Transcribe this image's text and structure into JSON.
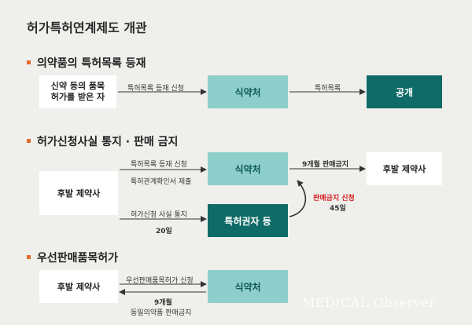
{
  "title": "허가특허연계제도 개관",
  "sections": {
    "s1": {
      "heading": "의약품의 특허목록 등재",
      "applicant": [
        "신약 등의 품목",
        "허가를 받은 자"
      ],
      "agency": "식약처",
      "public": "공개",
      "label_apply": "특허목록 등재 신청",
      "label_list": "특허목록"
    },
    "s2": {
      "heading": "허가신청사실 통지 · 판매 금지",
      "generic": "후발 제약사",
      "agency": "식약처",
      "patentee": "특허권자 등",
      "generic_right": "후발 제약사",
      "label_apply1": "특허목록 등재 신청",
      "label_apply2": "특허관계확인서 제출",
      "label_notice": "허가신청 사실 통지",
      "label_20": "20일",
      "label_ban9": "9개월 판매금지",
      "label_ban_req": "판매금지 신청",
      "label_45": "45일"
    },
    "s3": {
      "heading": "우선판매품목허가",
      "generic": "후발 제약사",
      "agency": "식약처",
      "label_req": "우선판매품목허가 신청",
      "label_9": "9개월",
      "label_ban": "동일의약품 판매금지"
    }
  },
  "watermark": "MEDICAL Observer",
  "colors": {
    "accent": "#e06b2b",
    "teal_light": "#8ecfcc",
    "teal_dark": "#0e6b67",
    "alert": "#d62020"
  }
}
